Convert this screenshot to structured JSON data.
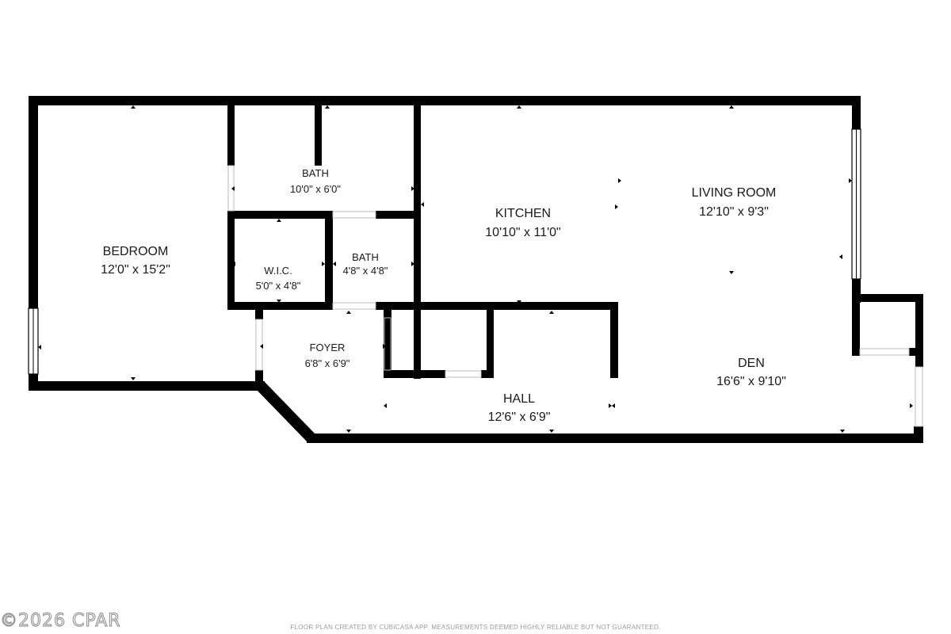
{
  "rooms": {
    "bedroom": {
      "name": "BEDROOM",
      "size": "12'0\" x 15'2\""
    },
    "bath1": {
      "name": "BATH",
      "size": "10'0\" x 6'0\""
    },
    "wic": {
      "name": "W.I.C.",
      "size": "5'0\" x 4'8\""
    },
    "bath2": {
      "name": "BATH",
      "size": "4'8\" x 4'8\""
    },
    "kitchen": {
      "name": "KITCHEN",
      "size": "10'10\" x 11'0\""
    },
    "living": {
      "name": "LIVING ROOM",
      "size": "12'10\" x 9'3\""
    },
    "foyer": {
      "name": "FOYER",
      "size": "6'8\" x 6'9\""
    },
    "hall": {
      "name": "HALL",
      "size": "12'6\" x 6'9\""
    },
    "den": {
      "name": "DEN",
      "size": "16'6\" x 9'10\""
    }
  },
  "footer": {
    "credit": "FLOOR PLAN CREATED BY CUBICASA APP. MEASUREMENTS DEEMED HIGHLY RELIABLE BUT NOT GUARANTEED.",
    "copyright": "©2026 CPAR"
  },
  "colors": {
    "wall": "#000000",
    "window": "#bdbdbd",
    "text": "#1a1a1a",
    "watermark": "#9a9a9a"
  }
}
